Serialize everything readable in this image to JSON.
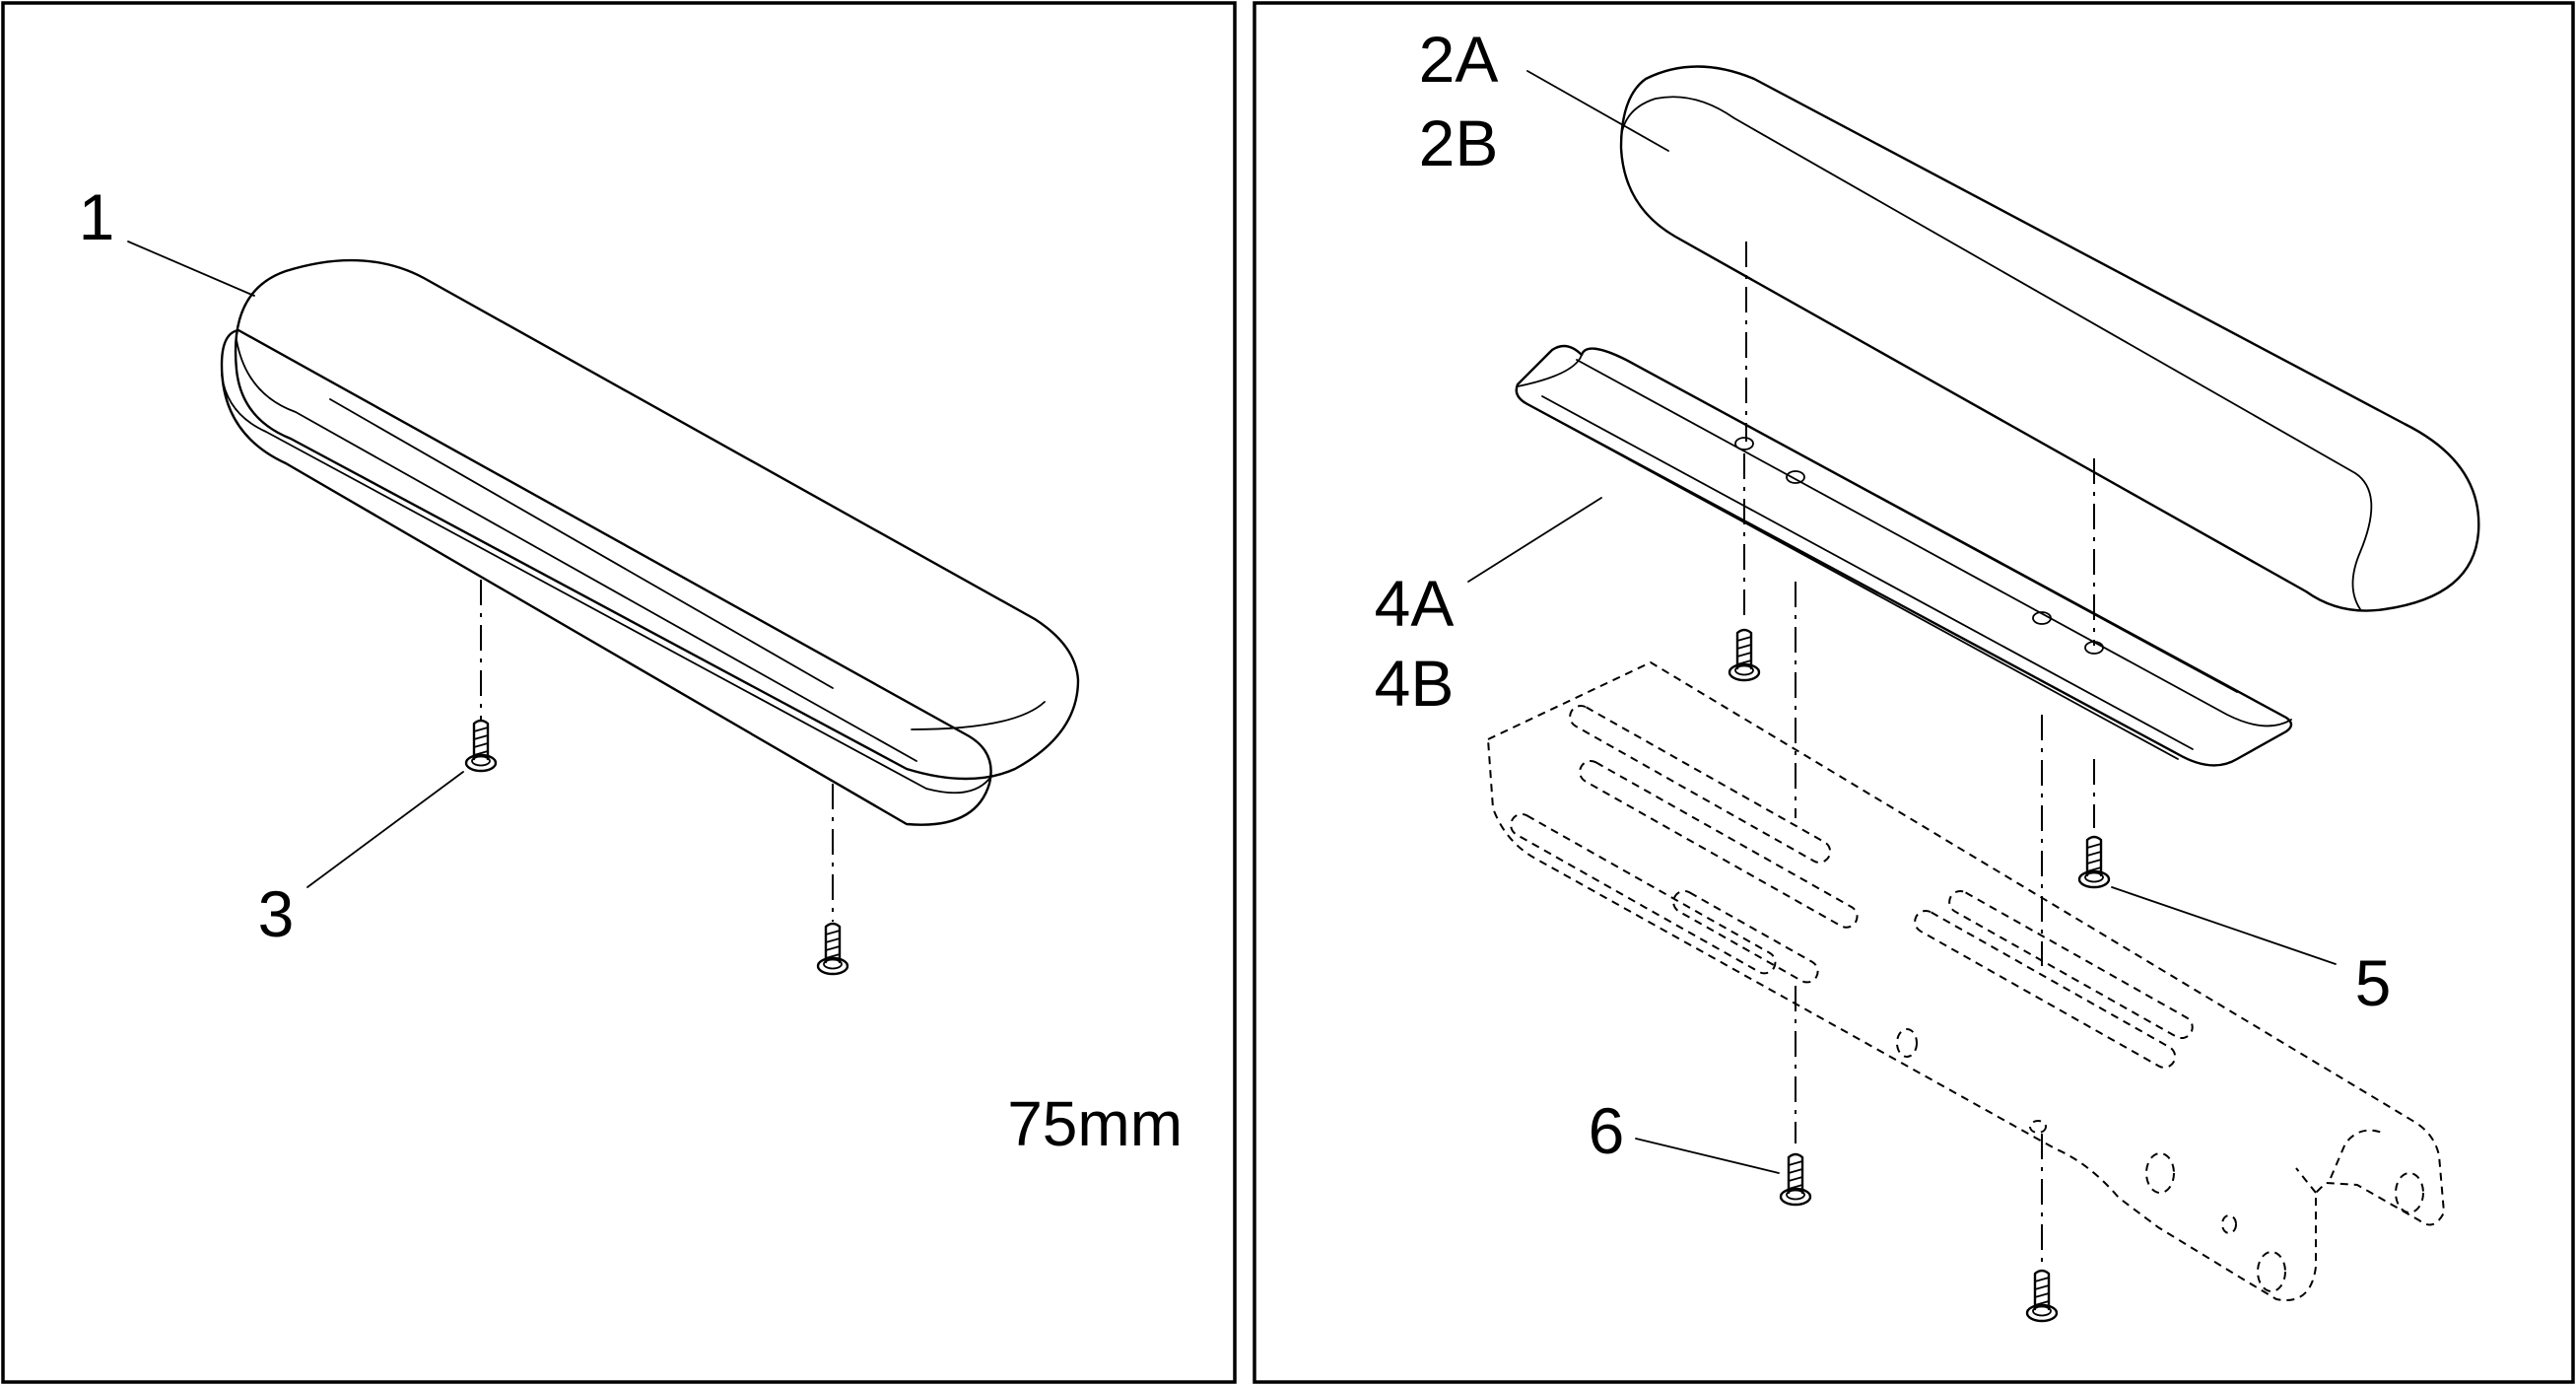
{
  "figure": {
    "left_panel": {
      "labels": [
        {
          "id": "part-1",
          "text": "1"
        },
        {
          "id": "part-3",
          "text": "3"
        }
      ],
      "size_note": "75mm"
    },
    "right_panel": {
      "labels": [
        {
          "id": "part-2a",
          "text": "2A"
        },
        {
          "id": "part-2b",
          "text": "2B"
        },
        {
          "id": "part-4a",
          "text": "4A"
        },
        {
          "id": "part-4b",
          "text": "4B"
        },
        {
          "id": "part-5",
          "text": "5"
        },
        {
          "id": "part-6",
          "text": "6"
        }
      ]
    }
  }
}
